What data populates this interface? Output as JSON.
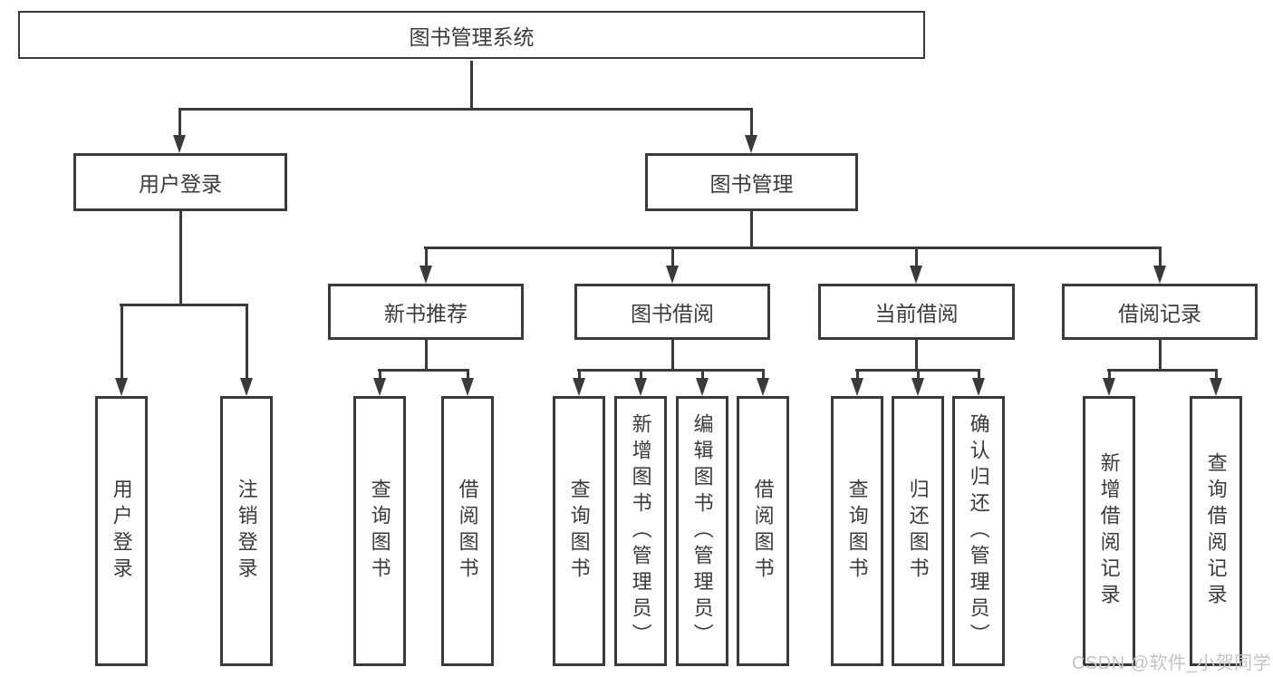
{
  "root": {
    "label": "图书管理系统"
  },
  "branches": [
    {
      "label": "用户登录",
      "leaves": [
        "用户登录",
        "注销登录"
      ]
    },
    {
      "label": "图书管理",
      "children": [
        {
          "label": "新书推荐",
          "leaves": [
            "查询图书",
            "借阅图书"
          ]
        },
        {
          "label": "图书借阅",
          "leaves": [
            "查询图书",
            "新增图书（管理员）",
            "编辑图书（管理员）",
            "借阅图书"
          ]
        },
        {
          "label": "当前借阅",
          "leaves": [
            "查询图书",
            "归还图书",
            "确认归还（管理员）"
          ]
        },
        {
          "label": "借阅记录",
          "leaves": [
            "新增借阅记录",
            "查询借阅记录"
          ]
        }
      ]
    }
  ],
  "watermark": "CSDN @软件_小贺同学",
  "colors": {
    "line": "#3a3a3a",
    "text": "#3b3b3b",
    "watermark": "#c1c4c8",
    "background": "#ffffff"
  }
}
